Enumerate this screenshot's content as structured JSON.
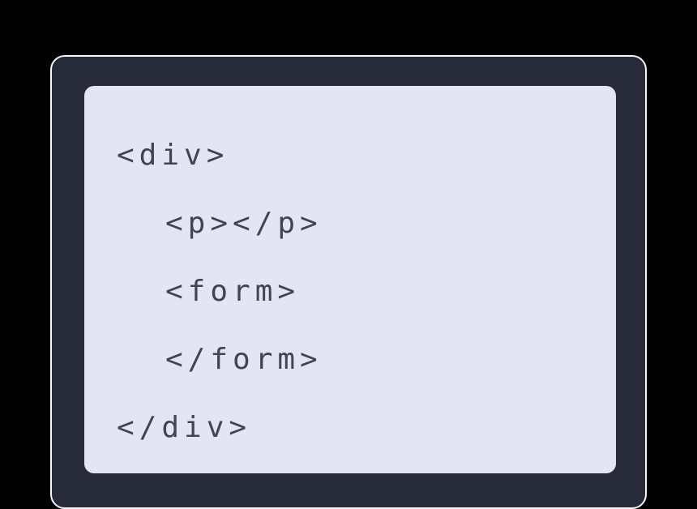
{
  "code_card": {
    "language": "html",
    "lines": [
      {
        "indent": 0,
        "text": "<div>"
      },
      {
        "indent": 1,
        "text": "<p></p>"
      },
      {
        "indent": 1,
        "text": "<form>"
      },
      {
        "indent": 1,
        "text": "</form>"
      },
      {
        "indent": 0,
        "text": "</div>"
      }
    ],
    "colors": {
      "page_background": "#000000",
      "card_background": "#272b39",
      "card_border": "#f8f5fa",
      "panel_background": "#e4e4f4",
      "code_text": "#3f4456"
    }
  }
}
